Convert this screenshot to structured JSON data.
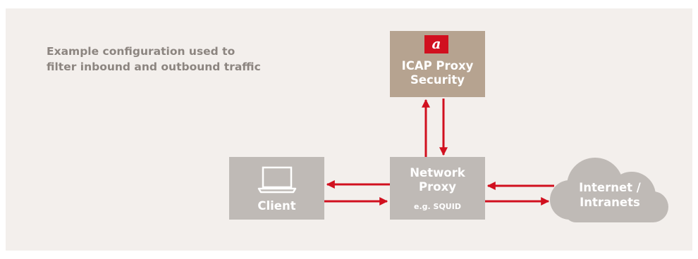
{
  "caption": {
    "line1": "Example configuration used to",
    "line2": "filter inbound and outbound traffic"
  },
  "icap_box": {
    "logo_letter": "a",
    "title_line1": "ICAP Proxy",
    "title_line2": "Security"
  },
  "proxy_box": {
    "title_line1": "Network",
    "title_line2": "Proxy",
    "subtitle": "e.g. SQUID"
  },
  "client_box": {
    "label": "Client"
  },
  "cloud": {
    "label_line1": "Internet /",
    "label_line2": "Intranets"
  },
  "colors": {
    "background": "#f3efec",
    "arrow": "#d1101f",
    "icap_box": "#b6a390",
    "node_box": "#bfbab6",
    "cloud": "#bfbab6",
    "caption_text": "#8c8580"
  }
}
